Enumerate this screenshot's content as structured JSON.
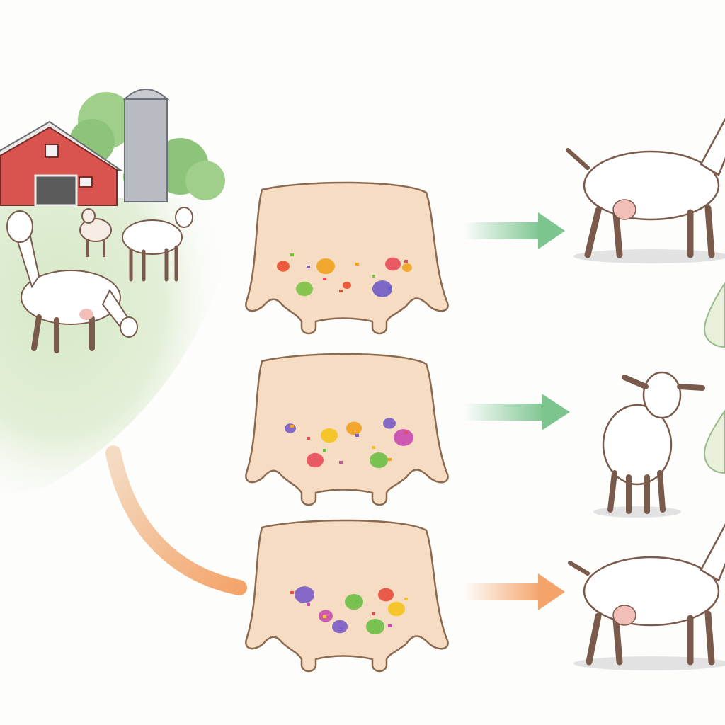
{
  "diagram": {
    "kind": "flow-illustration",
    "text_labels": [],
    "scene": {
      "name": "farm-pasture",
      "elements": [
        "barn",
        "silo",
        "trees",
        "grazing-goats",
        "green-meadow"
      ]
    },
    "rows": [
      {
        "udder": "udder-with-nutrient-particles",
        "particle_colors": [
          "#e94b2c",
          "#f2a11f",
          "#7ac043",
          "#6e5bc7",
          "#e84b5a"
        ],
        "connector_color": "#7cc58f",
        "outcome": "adult-doe-with-udder"
      },
      {
        "udder": "udder-with-nutrient-particles",
        "particle_colors": [
          "#7a5cc8",
          "#f4c31c",
          "#f2a11f",
          "#e84b5a",
          "#6bbf46",
          "#c94ab0"
        ],
        "connector_color": "#7cc58f",
        "outcome": "young-kid-goat"
      },
      {
        "udder": "udder-with-nutrient-particles",
        "particle_colors": [
          "#7a5cc8",
          "#6bbf46",
          "#e94b3c",
          "#c94ab0",
          "#f4c31c"
        ],
        "connector_color": "#f4a46a",
        "outcome": "adult-doe-with-udder"
      }
    ],
    "colors": {
      "udder_fill": "#f6dcc2",
      "udder_stroke": "#8c6a50",
      "green_arrow": "#7cc58f",
      "orange_arrow": "#f4a46a",
      "milk_drop": "#e8f0dc"
    }
  }
}
